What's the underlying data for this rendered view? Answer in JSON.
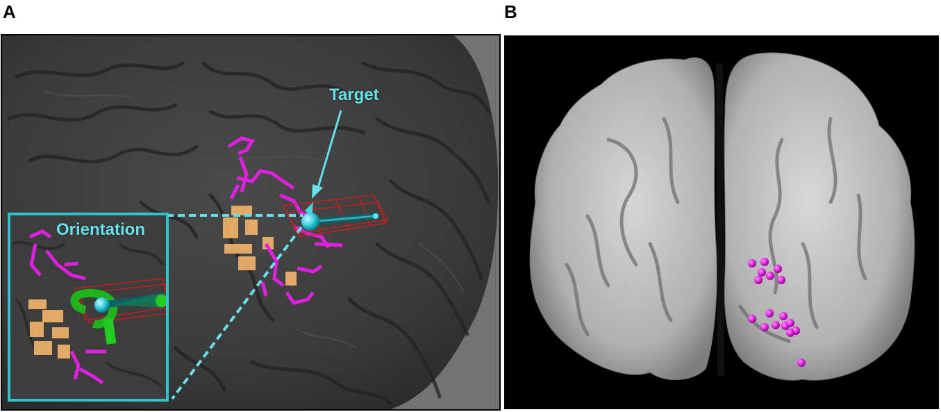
{
  "panels": [
    {
      "letter": "A",
      "labels": {
        "target": "Target",
        "orientation": "Orientation"
      }
    },
    {
      "letter": "B"
    }
  ],
  "colors": {
    "cyan": "#66e0ea",
    "magenta": "#e020e0",
    "orange": "#f2b56b",
    "coil_green": "#22cc22",
    "coil_red": "#e01818",
    "cortex_dark": "#3a3a3a",
    "brain_surface": "#bdbdbd"
  },
  "stimulation_sites_count": 18
}
